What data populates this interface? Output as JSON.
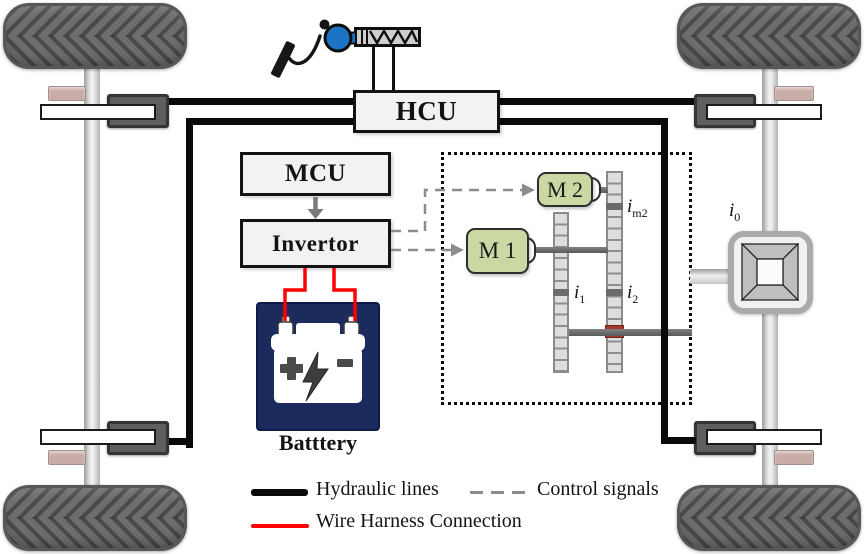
{
  "blocks": {
    "hcu": {
      "label": "HCU"
    },
    "mcu": {
      "label": "MCU"
    },
    "invertor": {
      "label": "Invertor"
    }
  },
  "motors": {
    "m1": {
      "label": "M 1"
    },
    "m2": {
      "label": "M 2"
    }
  },
  "battery": {
    "label": "Batttery"
  },
  "gear_ratio_labels": {
    "im2": {
      "base": "i",
      "sub": "m2"
    },
    "i1": {
      "base": "i",
      "sub": "1"
    },
    "i2": {
      "base": "i",
      "sub": "2"
    },
    "i0": {
      "base": "i",
      "sub": "0"
    }
  },
  "legend": {
    "items": [
      {
        "label": "Hydraulic lines",
        "style": "solid-thick",
        "color": "#000000"
      },
      {
        "label": "Control signals",
        "style": "dashed",
        "color": "#8c8c8c"
      },
      {
        "label": "Wire Harness Connection",
        "style": "solid",
        "color": "#fe0000"
      }
    ]
  },
  "colors": {
    "hydraulic_line": "#0a0a0a",
    "control_signal": "#8c8c8c",
    "wire_harness": "#fe0000",
    "motor_fill": "#cad8a3",
    "battery_background": "#1c2b5e",
    "booster_blue": "#1b74c6",
    "unit_box_fill": "#f2f2f2",
    "brake_pad_pink": "#c9aca8",
    "tire_gray": "#6d6d6d",
    "rack_collar_red": "#a23a2e"
  }
}
